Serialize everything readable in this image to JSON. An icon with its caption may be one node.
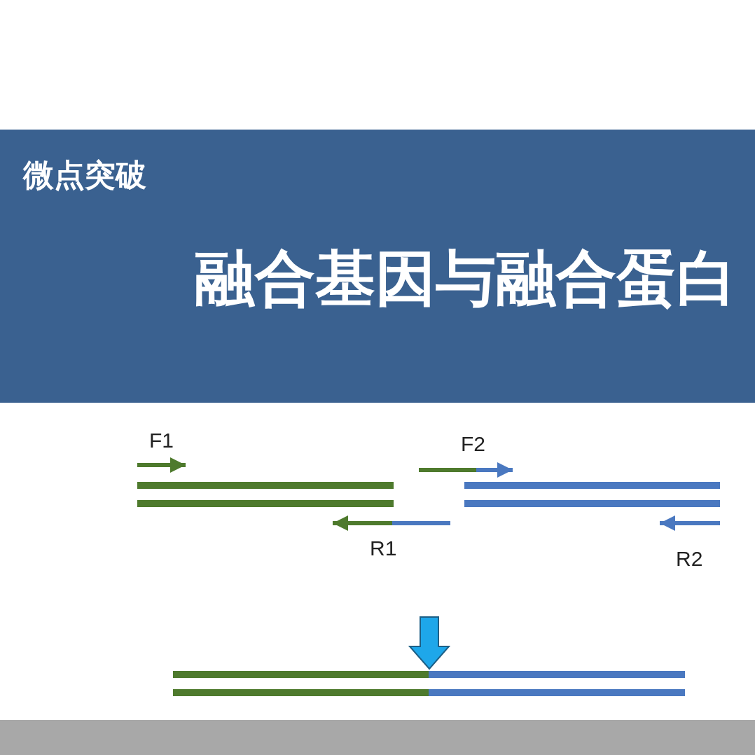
{
  "diagram": {
    "title": "融合基因与融合蛋白",
    "nodes": [
      {
        "text": [],
        "shape": "bar"
      },
      {
        "text": [],
        "shape": "bar"
      },
      {
        "text": [],
        "shape": "bar"
      }
    ],
    "edges": [
      {
        "from": null,
        "to": 2,
        "arrow": "to"
      }
    ],
    "labels": [
      "微点突破",
      "F1",
      "F2",
      "R1",
      "R2"
    ]
  }
}
